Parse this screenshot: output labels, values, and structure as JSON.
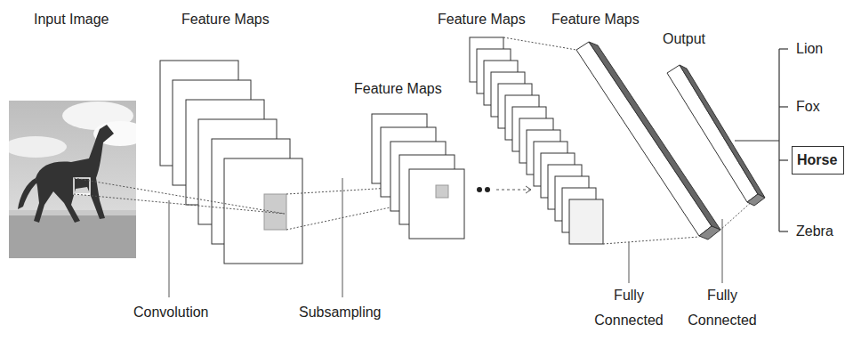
{
  "diagram": {
    "nodes": [
      {
        "text": [
          "Horse"
        ]
      }
    ],
    "labels": [
      "Input Image",
      "Feature Maps",
      "Feature Maps",
      "Feature Maps",
      "Feature Maps",
      "Output",
      "Lion",
      "Fox",
      "Zebra",
      "Convolution",
      "Subsampling",
      "Fully Connected",
      "Fully Connected"
    ]
  }
}
